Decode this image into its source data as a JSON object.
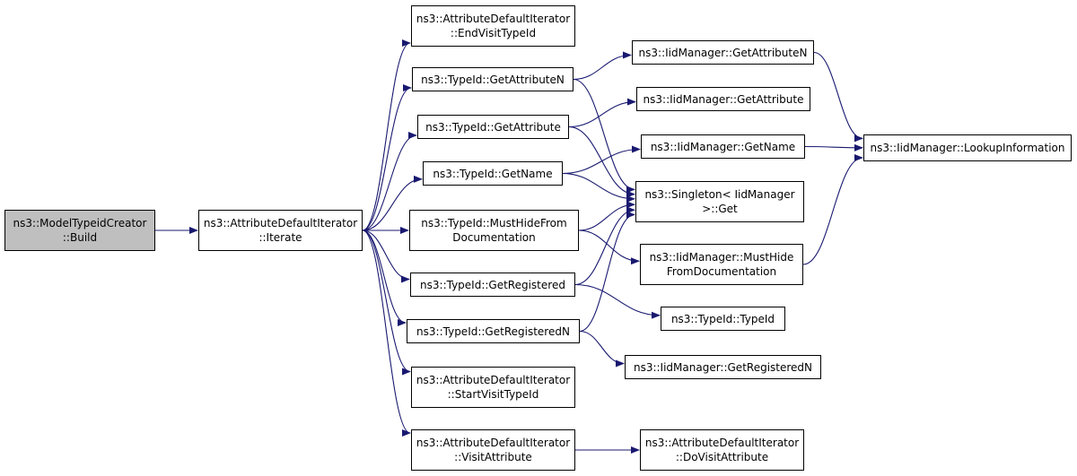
{
  "colors": {
    "edge": "#191970",
    "focus_fill": "#bfbfbf",
    "node_fill": "#ffffff",
    "border": "#000000"
  },
  "nodes": {
    "model_build": {
      "line1": "ns3::ModelTypeidCreator",
      "line2": "::Build"
    },
    "iterate": {
      "line1": "ns3::AttributeDefaultIterator",
      "line2": "::Iterate"
    },
    "end_visit": {
      "line1": "ns3::AttributeDefaultIterator",
      "line2": "::EndVisitTypeId"
    },
    "get_attribute_n": {
      "line1": "ns3::TypeId::GetAttributeN"
    },
    "get_attribute": {
      "line1": "ns3::TypeId::GetAttribute"
    },
    "get_name": {
      "line1": "ns3::TypeId::GetName"
    },
    "must_hide": {
      "line1": "ns3::TypeId::MustHideFrom",
      "line2": "Documentation"
    },
    "get_registered": {
      "line1": "ns3::TypeId::GetRegistered"
    },
    "get_registered_n": {
      "line1": "ns3::TypeId::GetRegisteredN"
    },
    "start_visit": {
      "line1": "ns3::AttributeDefaultIterator",
      "line2": "::StartVisitTypeId"
    },
    "visit_attribute": {
      "line1": "ns3::AttributeDefaultIterator",
      "line2": "::VisitAttribute"
    },
    "mgr_get_attribute_n": {
      "line1": "ns3::IidManager::GetAttributeN"
    },
    "mgr_get_attribute": {
      "line1": "ns3::IidManager::GetAttribute"
    },
    "mgr_get_name": {
      "line1": "ns3::IidManager::GetName"
    },
    "singleton_get": {
      "line1": "ns3::Singleton< IidManager",
      "line2": ">::Get"
    },
    "mgr_must_hide": {
      "line1": "ns3::IidManager::MustHide",
      "line2": "FromDocumentation"
    },
    "typeid_ctor": {
      "line1": "ns3::TypeId::TypeId"
    },
    "mgr_get_registered_n": {
      "line1": "ns3::IidManager::GetRegisteredN"
    },
    "do_visit": {
      "line1": "ns3::AttributeDefaultIterator",
      "line2": "::DoVisitAttribute"
    },
    "lookup": {
      "line1": "ns3::IidManager::LookupInformation"
    }
  },
  "edges": [
    [
      "model_build",
      "iterate"
    ],
    [
      "iterate",
      "end_visit"
    ],
    [
      "iterate",
      "get_attribute_n"
    ],
    [
      "iterate",
      "get_attribute"
    ],
    [
      "iterate",
      "get_name"
    ],
    [
      "iterate",
      "must_hide"
    ],
    [
      "iterate",
      "get_registered"
    ],
    [
      "iterate",
      "get_registered_n"
    ],
    [
      "iterate",
      "start_visit"
    ],
    [
      "iterate",
      "visit_attribute"
    ],
    [
      "get_attribute_n",
      "mgr_get_attribute_n"
    ],
    [
      "get_attribute_n",
      "singleton_get"
    ],
    [
      "get_attribute",
      "mgr_get_attribute"
    ],
    [
      "get_attribute",
      "singleton_get"
    ],
    [
      "get_name",
      "mgr_get_name"
    ],
    [
      "get_name",
      "singleton_get"
    ],
    [
      "must_hide",
      "singleton_get"
    ],
    [
      "must_hide",
      "mgr_must_hide"
    ],
    [
      "get_registered",
      "singleton_get"
    ],
    [
      "get_registered",
      "typeid_ctor"
    ],
    [
      "get_registered_n",
      "singleton_get"
    ],
    [
      "get_registered_n",
      "mgr_get_registered_n"
    ],
    [
      "visit_attribute",
      "do_visit"
    ],
    [
      "mgr_get_attribute_n",
      "lookup"
    ],
    [
      "mgr_get_name",
      "lookup"
    ],
    [
      "mgr_must_hide",
      "lookup"
    ]
  ]
}
